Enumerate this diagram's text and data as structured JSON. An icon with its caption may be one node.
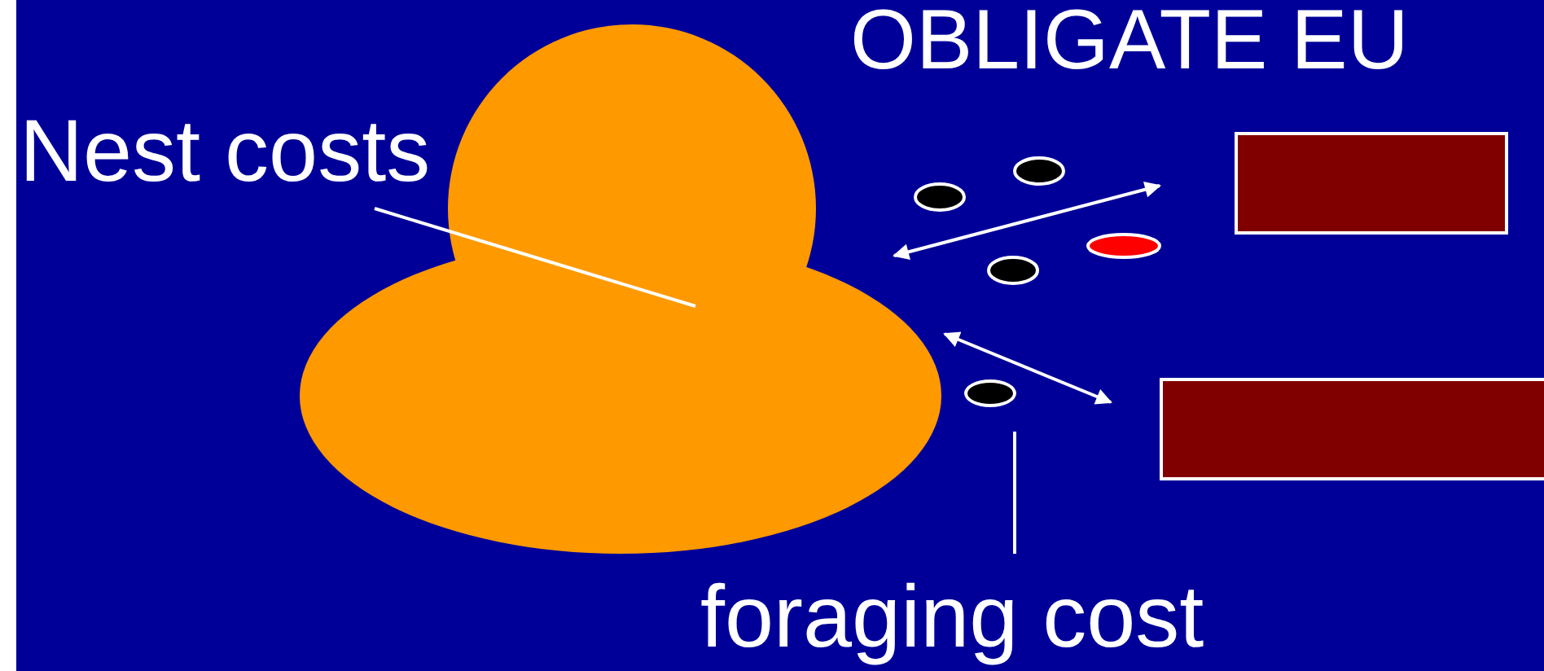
{
  "diagram": {
    "title": "OBLIGATE EU",
    "nodes": [
      {
        "text": [
          "Nest costs"
        ]
      },
      {
        "text": [],
        "shape": "dome"
      },
      {
        "text": [],
        "shape": "box"
      },
      {
        "text": [],
        "shape": "box"
      },
      {
        "text": [],
        "shape": "circle"
      },
      {
        "text": [
          "foraging cost"
        ]
      }
    ],
    "edges": [
      {
        "from": 0,
        "to": 1,
        "arrow": "none"
      },
      {
        "from": 1,
        "to": 2,
        "arrow": "both"
      },
      {
        "from": 1,
        "to": 3,
        "arrow": "both"
      },
      {
        "from": 5,
        "to": 4,
        "arrow": "none"
      }
    ]
  }
}
